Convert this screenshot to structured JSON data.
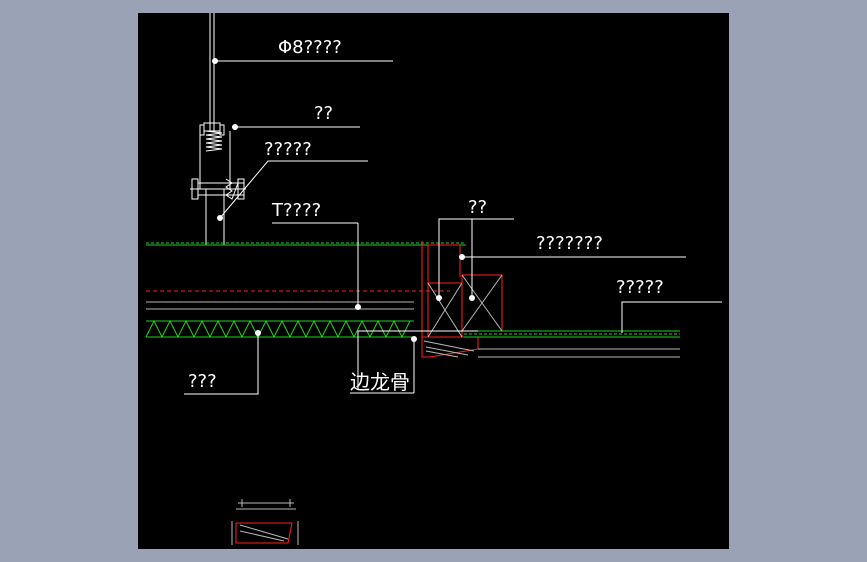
{
  "colors": {
    "viewer_bg": "#9aa3b6",
    "canvas_bg": "#000000",
    "line_white": "#ffffff",
    "line_green": "#1fd11f",
    "line_red": "#ff2020",
    "line_gray": "#b8b8b8"
  },
  "labels": {
    "rod": "Φ8????",
    "nut": "??",
    "hanger": "?????",
    "t_keel": "T????",
    "wood": "??",
    "board": "???????",
    "ceiling": "?????",
    "mineral": "???",
    "edge_keel": "边龙骨"
  }
}
